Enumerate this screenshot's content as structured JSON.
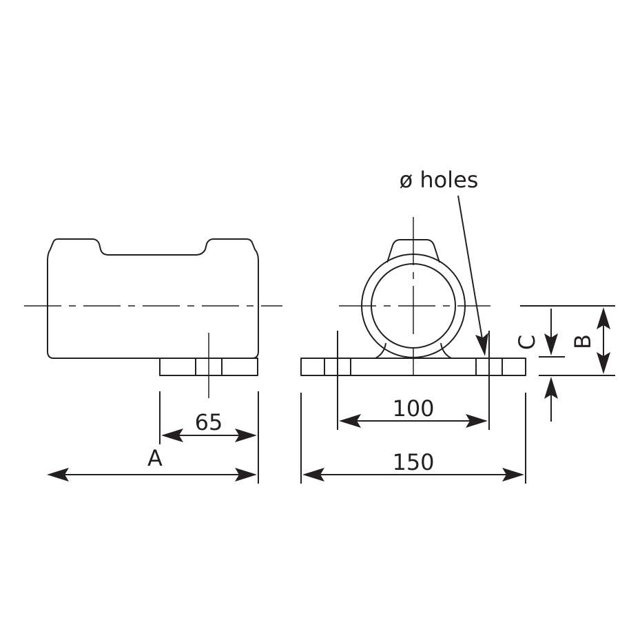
{
  "labels": {
    "dim_65": "65",
    "dim_A": "A",
    "dim_100": "100",
    "dim_150": "150",
    "dim_C": "C",
    "dim_B": "B",
    "holes": "ø holes"
  },
  "colors": {
    "line": "#231f20",
    "background": "#ffffff"
  }
}
